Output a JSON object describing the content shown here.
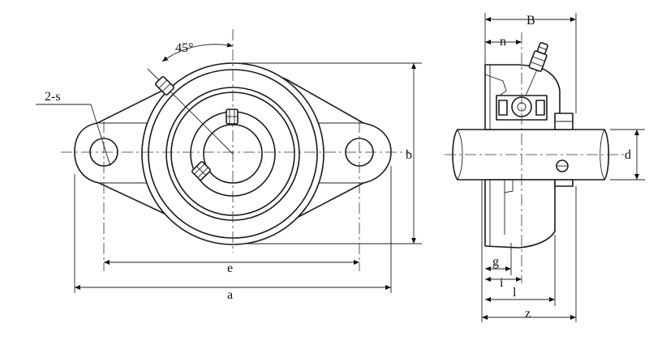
{
  "front_view": {
    "angle_label": "45°",
    "hole_label": "2-s",
    "dim_e": "e",
    "dim_a": "a",
    "dim_b": "b"
  },
  "side_view": {
    "dim_B": "B",
    "dim_n": "n",
    "dim_d": "d",
    "dim_g": "g",
    "dim_i": "i",
    "dim_l": "l",
    "dim_z": "z"
  }
}
